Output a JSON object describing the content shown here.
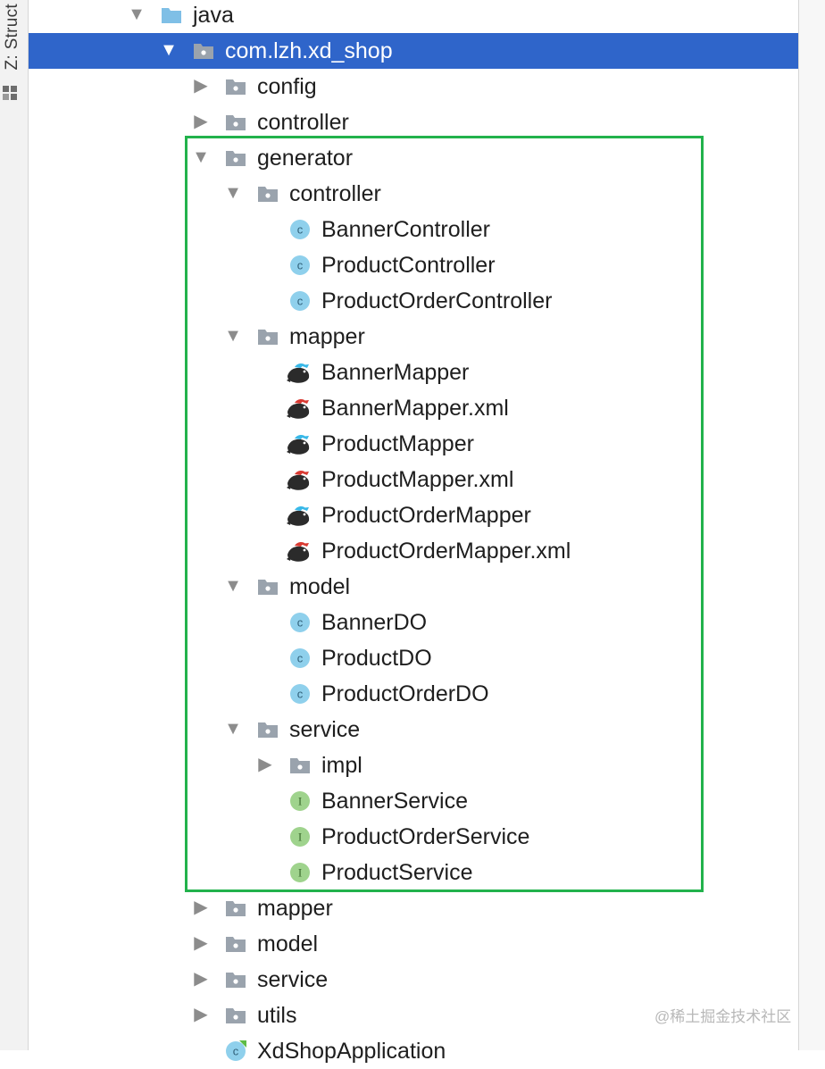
{
  "sidebar": {
    "structure_tab": "Z: Struct"
  },
  "tree": {
    "rows": [
      {
        "name": "folder-java",
        "label": "java",
        "depth": 0,
        "arrow": "expanded",
        "icon": "source-root-folder-icon",
        "kind": "folder",
        "interactable": true
      },
      {
        "name": "package-com-lzh-xd-shop",
        "label": "com.lzh.xd_shop",
        "depth": 1,
        "arrow": "expanded",
        "icon": "package-icon",
        "kind": "folder",
        "selected": true,
        "interactable": true
      },
      {
        "name": "package-config",
        "label": "config",
        "depth": 2,
        "arrow": "collapsed",
        "icon": "package-icon",
        "kind": "folder",
        "interactable": true
      },
      {
        "name": "package-controller",
        "label": "controller",
        "depth": 2,
        "arrow": "collapsed",
        "icon": "package-icon",
        "kind": "folder",
        "interactable": true
      },
      {
        "name": "package-generator",
        "label": "generator",
        "depth": 2,
        "arrow": "expanded",
        "icon": "package-icon",
        "kind": "folder",
        "interactable": true
      },
      {
        "name": "package-generator-controller",
        "label": "controller",
        "depth": 3,
        "arrow": "expanded",
        "icon": "package-icon",
        "kind": "folder",
        "interactable": true
      },
      {
        "name": "file-banner-controller",
        "label": "BannerController",
        "depth": 4,
        "icon": "class-icon",
        "kind": "class",
        "interactable": true
      },
      {
        "name": "file-product-controller",
        "label": "ProductController",
        "depth": 4,
        "icon": "class-icon",
        "kind": "class",
        "interactable": true
      },
      {
        "name": "file-product-order-controller",
        "label": "ProductOrderController",
        "depth": 4,
        "icon": "class-icon",
        "kind": "class",
        "interactable": true
      },
      {
        "name": "package-generator-mapper",
        "label": "mapper",
        "depth": 3,
        "arrow": "expanded",
        "icon": "package-icon",
        "kind": "folder",
        "interactable": true
      },
      {
        "name": "file-banner-mapper",
        "label": "BannerMapper",
        "depth": 4,
        "icon": "mybatis-mapper-icon",
        "kind": "mapper",
        "interactable": true
      },
      {
        "name": "file-banner-mapper-xml",
        "label": "BannerMapper.xml",
        "depth": 4,
        "icon": "mybatis-xml-icon",
        "kind": "xml",
        "interactable": true
      },
      {
        "name": "file-product-mapper",
        "label": "ProductMapper",
        "depth": 4,
        "icon": "mybatis-mapper-icon",
        "kind": "mapper",
        "interactable": true
      },
      {
        "name": "file-product-mapper-xml",
        "label": "ProductMapper.xml",
        "depth": 4,
        "icon": "mybatis-xml-icon",
        "kind": "xml",
        "interactable": true
      },
      {
        "name": "file-product-order-mapper",
        "label": "ProductOrderMapper",
        "depth": 4,
        "icon": "mybatis-mapper-icon",
        "kind": "mapper",
        "interactable": true
      },
      {
        "name": "file-product-order-mapper-xml",
        "label": "ProductOrderMapper.xml",
        "depth": 4,
        "icon": "mybatis-xml-icon",
        "kind": "xml",
        "interactable": true
      },
      {
        "name": "package-generator-model",
        "label": "model",
        "depth": 3,
        "arrow": "expanded",
        "icon": "package-icon",
        "kind": "folder",
        "interactable": true
      },
      {
        "name": "file-banner-do",
        "label": "BannerDO",
        "depth": 4,
        "icon": "class-icon",
        "kind": "class",
        "interactable": true
      },
      {
        "name": "file-product-do",
        "label": "ProductDO",
        "depth": 4,
        "icon": "class-icon",
        "kind": "class",
        "interactable": true
      },
      {
        "name": "file-product-order-do",
        "label": "ProductOrderDO",
        "depth": 4,
        "icon": "class-icon",
        "kind": "class",
        "interactable": true
      },
      {
        "name": "package-generator-service",
        "label": "service",
        "depth": 3,
        "arrow": "expanded",
        "icon": "package-icon",
        "kind": "folder",
        "interactable": true
      },
      {
        "name": "package-impl",
        "label": "impl",
        "depth": 4,
        "arrow": "collapsed",
        "icon": "package-icon",
        "kind": "folder",
        "interactable": true
      },
      {
        "name": "file-banner-service",
        "label": "BannerService",
        "depth": 4,
        "icon": "interface-icon",
        "kind": "interface",
        "interactable": true
      },
      {
        "name": "file-product-order-service",
        "label": "ProductOrderService",
        "depth": 4,
        "icon": "interface-icon",
        "kind": "interface",
        "interactable": true
      },
      {
        "name": "file-product-service",
        "label": "ProductService",
        "depth": 4,
        "icon": "interface-icon",
        "kind": "interface",
        "interactable": true
      },
      {
        "name": "package-mapper",
        "label": "mapper",
        "depth": 2,
        "arrow": "collapsed",
        "icon": "package-icon",
        "kind": "folder",
        "interactable": true
      },
      {
        "name": "package-model",
        "label": "model",
        "depth": 2,
        "arrow": "collapsed",
        "icon": "package-icon",
        "kind": "folder",
        "interactable": true
      },
      {
        "name": "package-service",
        "label": "service",
        "depth": 2,
        "arrow": "collapsed",
        "icon": "package-icon",
        "kind": "folder",
        "interactable": true
      },
      {
        "name": "package-utils",
        "label": "utils",
        "depth": 2,
        "arrow": "collapsed",
        "icon": "package-icon",
        "kind": "folder",
        "interactable": true
      },
      {
        "name": "file-xd-shop-application",
        "label": "XdShopApplication",
        "depth": 2,
        "icon": "spring-boot-class-icon",
        "kind": "springclass",
        "interactable": true
      }
    ]
  },
  "watermark": "@稀土掘金技术社区",
  "colors": {
    "selection": "#2f65ca",
    "highlight_border": "#22b24c",
    "class_icon": "#8fd0ec",
    "interface_icon": "#9fd38d",
    "folder": "#9aa3ad",
    "source_folder": "#7fbfe6"
  }
}
